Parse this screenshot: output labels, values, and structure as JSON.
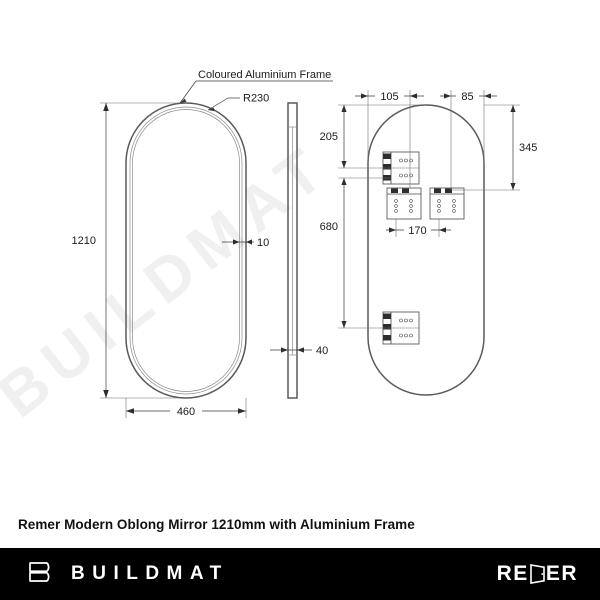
{
  "document": {
    "type": "technical-drawing",
    "caption": "Remer Modern Oblong Mirror 1210mm with Aluminium Frame",
    "watermark": "BUILDMAT"
  },
  "drawing": {
    "annotations": {
      "frame_note": "Coloured Aluminium Frame",
      "radius_note": "R230"
    },
    "front_view": {
      "height_dim": "1210",
      "width_dim": "460",
      "frame_thickness_dim": "10"
    },
    "side_view": {
      "depth_dim": "40"
    },
    "rear_view": {
      "top_left_offset_dim": "105",
      "top_right_offset_dim": "85",
      "top_bracket_drop_dim": "205",
      "right_drop_dim": "345",
      "lower_bracket_drop_dim": "680",
      "bracket_spacing_dim": "170"
    }
  },
  "footer": {
    "brand_name": "BUILDMAT",
    "brand_icon": "buildmat-b-logo",
    "partner_name_left": "RE",
    "partner_name_right": "ER",
    "partner_m_glyph": "remer-m-glyph"
  }
}
